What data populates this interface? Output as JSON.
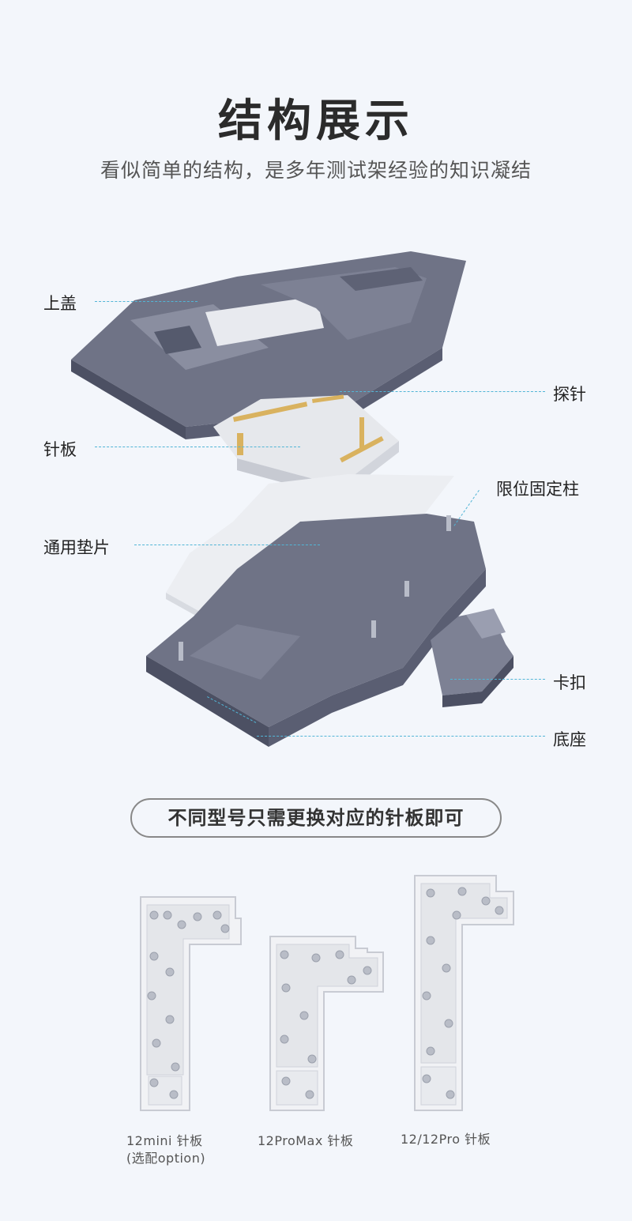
{
  "header": {
    "title": "结构展示",
    "subtitle": "看似简单的结构，是多年测试架经验的知识凝结"
  },
  "exploded_view": {
    "callouts": [
      {
        "id": "top-cover",
        "label": "上盖"
      },
      {
        "id": "probe",
        "label": "探针"
      },
      {
        "id": "pin-board",
        "label": "针板"
      },
      {
        "id": "limit-post",
        "label": "限位固定柱"
      },
      {
        "id": "universal-pad",
        "label": "通用垫片"
      },
      {
        "id": "clip",
        "label": "卡扣"
      },
      {
        "id": "base",
        "label": "底座"
      }
    ],
    "colors": {
      "metal": "#6f7386",
      "metal_dark": "#4c5063",
      "metal_light": "#9a9eb0",
      "pad": "#eceef2",
      "pin": "#d9b25f",
      "leader": "#52b5d6"
    }
  },
  "swap_note": "不同型号只需更换对应的针板即可",
  "pin_boards": [
    {
      "label_line1": "12mini 针板",
      "label_line2": "(选配option)"
    },
    {
      "label_line1": "12ProMax 针板",
      "label_line2": ""
    },
    {
      "label_line1": "12/12Pro 针板",
      "label_line2": ""
    }
  ]
}
